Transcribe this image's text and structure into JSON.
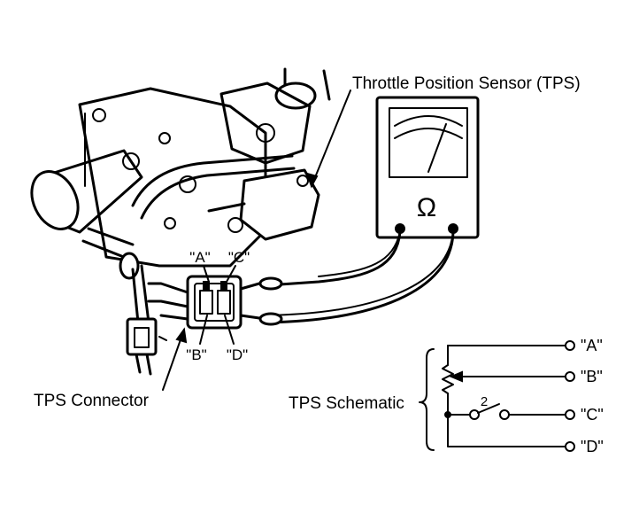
{
  "labels": {
    "tps_title": "Throttle Position Sensor (TPS)",
    "tps_connector": "TPS Connector",
    "tps_schematic": "TPS Schematic",
    "ohm_symbol": "Ω"
  },
  "connector_pins": {
    "a": "\"A\"",
    "b": "\"B\"",
    "c": "\"C\"",
    "d": "\"D\""
  },
  "schematic": {
    "terminals": [
      "\"A\"",
      "\"B\"",
      "\"C\"",
      "\"D\""
    ],
    "switch_label": "2"
  },
  "icons": {
    "meter": "ohmmeter-icon",
    "sensor": "throttle-body-illustration"
  }
}
